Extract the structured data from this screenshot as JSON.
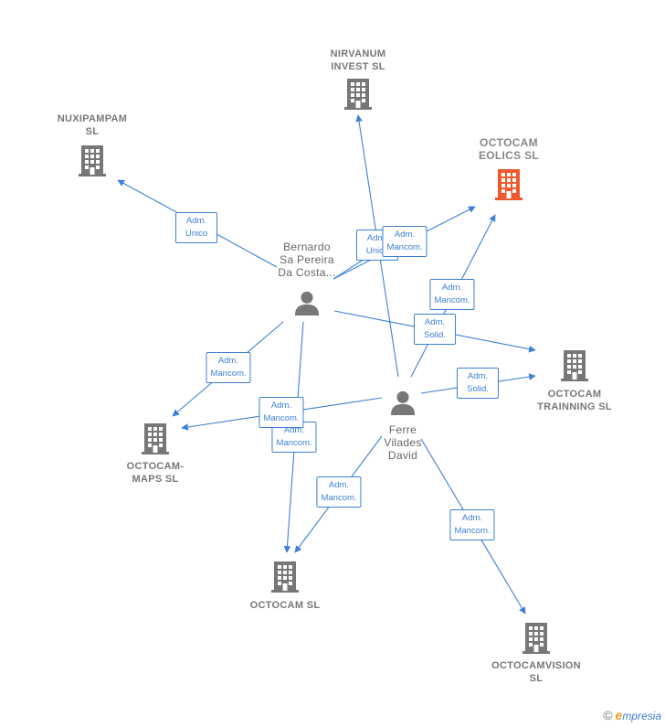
{
  "colors": {
    "edge": "#3d7fd6",
    "company": "#777777",
    "focus_company": "#ee5a2f",
    "person": "#777777"
  },
  "companies": [
    {
      "id": "nirvanum",
      "name": "NIRVANUM\nINVEST  SL",
      "icon": "building-icon",
      "focus": false
    },
    {
      "id": "nuxipampam",
      "name": "NUXIPAMPAM\nSL",
      "icon": "building-icon",
      "focus": false
    },
    {
      "id": "eolics",
      "name": "OCTOCAM\nEOLICS  SL",
      "icon": "building-icon",
      "focus": true
    },
    {
      "id": "trainning",
      "name": "OCTOCAM\nTRAINNING  SL",
      "icon": "building-icon",
      "focus": false
    },
    {
      "id": "maps",
      "name": "OCTOCAM-\nMAPS  SL",
      "icon": "building-icon",
      "focus": false
    },
    {
      "id": "octocam",
      "name": "OCTOCAM  SL",
      "icon": "building-icon",
      "focus": false
    },
    {
      "id": "vision",
      "name": "OCTOCAMVISION\nSL",
      "icon": "building-icon",
      "focus": false
    }
  ],
  "persons": [
    {
      "id": "bernardo",
      "name": "Bernardo\nSa Pereira\nDa Costa...",
      "icon": "person-icon"
    },
    {
      "id": "ferre",
      "name": "Ferre\nVilades\nDavid",
      "icon": "person-icon"
    }
  ],
  "relations": [
    {
      "from": "bernardo",
      "to": "nuxipampam",
      "label": "Adm.\nUnico"
    },
    {
      "from": "bernardo",
      "to": "nirvanum",
      "label": "Adm.\nUnico"
    },
    {
      "from": "bernardo",
      "to": "eolics",
      "label": "Adm.\nMancom."
    },
    {
      "from": "bernardo",
      "to": "trainning",
      "label": "Adm.\nSolid."
    },
    {
      "from": "bernardo",
      "to": "maps",
      "label": "Adm.\nMancom."
    },
    {
      "from": "bernardo",
      "to": "octocam",
      "label": "Adm.\nMancom."
    },
    {
      "from": "ferre",
      "to": "nirvanum",
      "label": ""
    },
    {
      "from": "ferre",
      "to": "eolics",
      "label": "Adm.\nMancom."
    },
    {
      "from": "ferre",
      "to": "trainning",
      "label": "Adm.\nSolid."
    },
    {
      "from": "ferre",
      "to": "maps",
      "label": "Adm.\nMancom."
    },
    {
      "from": "ferre",
      "to": "octocam",
      "label": "Adm.\nMancom."
    },
    {
      "from": "ferre",
      "to": "vision",
      "label": "Adm.\nMancom."
    }
  ],
  "footer": {
    "copyright": "©",
    "brand_initial": "e",
    "brand_rest": "mpresia"
  }
}
